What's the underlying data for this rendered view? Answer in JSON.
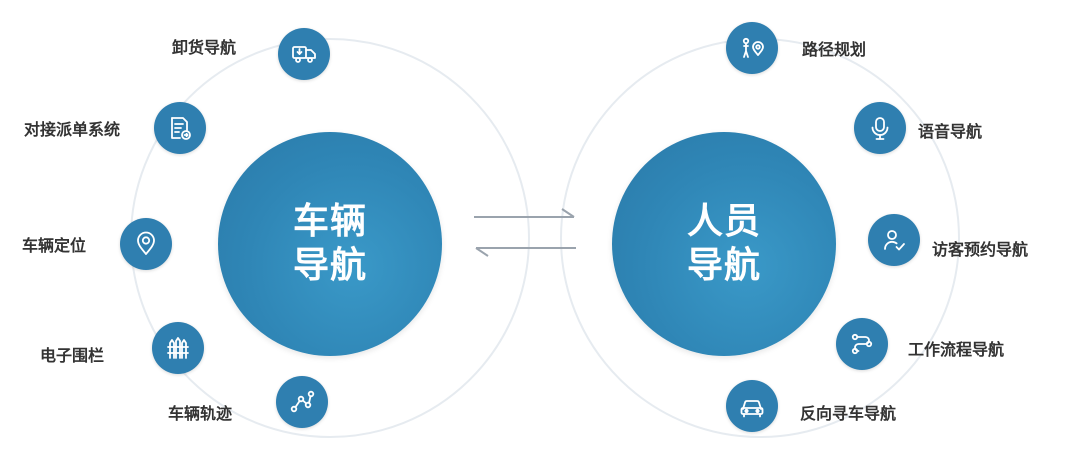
{
  "hubs": {
    "left": {
      "text": "车辆\n导航"
    },
    "right": {
      "text": "人员\n导航"
    }
  },
  "left_nodes": [
    {
      "label": "卸货导航",
      "icon": "truck-unload-icon"
    },
    {
      "label": "对接派单系统",
      "icon": "document-arrow-icon"
    },
    {
      "label": "车辆定位",
      "icon": "location-pin-icon"
    },
    {
      "label": "电子围栏",
      "icon": "fence-icon"
    },
    {
      "label": "车辆轨迹",
      "icon": "route-track-icon"
    }
  ],
  "right_nodes": [
    {
      "label": "路径规划",
      "icon": "person-route-icon"
    },
    {
      "label": "语音导航",
      "icon": "microphone-icon"
    },
    {
      "label": "访客预约导航",
      "icon": "visitor-check-icon"
    },
    {
      "label": "工作流程导航",
      "icon": "workflow-icon"
    },
    {
      "label": "反向寻车导航",
      "icon": "car-icon"
    }
  ],
  "colors": {
    "hub": "#2f86b6",
    "node": "#2f7fb0",
    "ring": "#e6ebf0",
    "label": "#333333",
    "arrow": "#9aa3ad"
  }
}
